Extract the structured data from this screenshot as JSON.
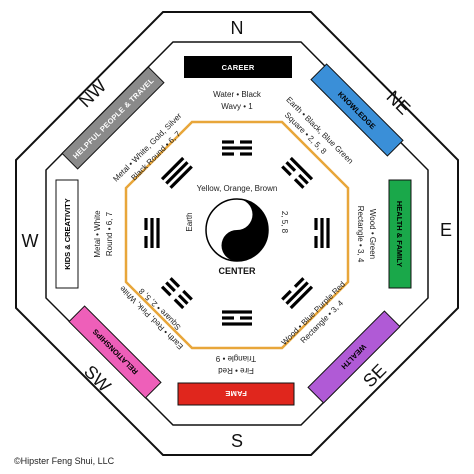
{
  "compass": {
    "n": "N",
    "ne": "NE",
    "e": "E",
    "se": "SE",
    "s": "S",
    "sw": "SW",
    "w": "W",
    "nw": "NW"
  },
  "sectors": {
    "career": {
      "label": "CAREER",
      "color": "#000000",
      "line1": "Water • Black",
      "line2": "Wavy • 1"
    },
    "knowledge": {
      "label": "KNOWLEDGE",
      "color": "#3a8fd8",
      "line1": "Earth • Black, Blue Green",
      "line2": "Square • 2, 5, 8"
    },
    "health": {
      "label": "HEALTH & FAMILY",
      "color": "#1aa84a",
      "line1": "Wood • Green",
      "line2": "Rectangle • 3, 4"
    },
    "wealth": {
      "label": "WEALTH",
      "color": "#b05ad6",
      "line1": "Wood • Blue Purple Red",
      "line2": "Rectangle • 3, 4"
    },
    "fame": {
      "label": "FAME",
      "color": "#e0261d",
      "line1": "Fire • Red",
      "line2": "Triangle • 9"
    },
    "relationships": {
      "label": "RELATIONSHIPS",
      "color": "#ee5fb9",
      "line1": "Earth • Red, Pink, White",
      "line2": "Square • 2, 5, 8"
    },
    "kids": {
      "label": "KIDS & CREATIVITY",
      "color": "#ffffff",
      "line1": "Metal • White",
      "line2": "Round • 6, 7"
    },
    "helpful": {
      "label": "HELPFUL PEOPLE & TRAVEL",
      "color": "#8a8a8a",
      "line1": "Metal • White, Gold, Silver",
      "line2": "Black Round • 6, 7"
    }
  },
  "center": {
    "colors": "Yellow, Orange, Brown",
    "element": "Earth",
    "numbers": "2, 5, 8",
    "label": "CENTER"
  },
  "copyright": "©Hipster Feng Shui, LLC"
}
